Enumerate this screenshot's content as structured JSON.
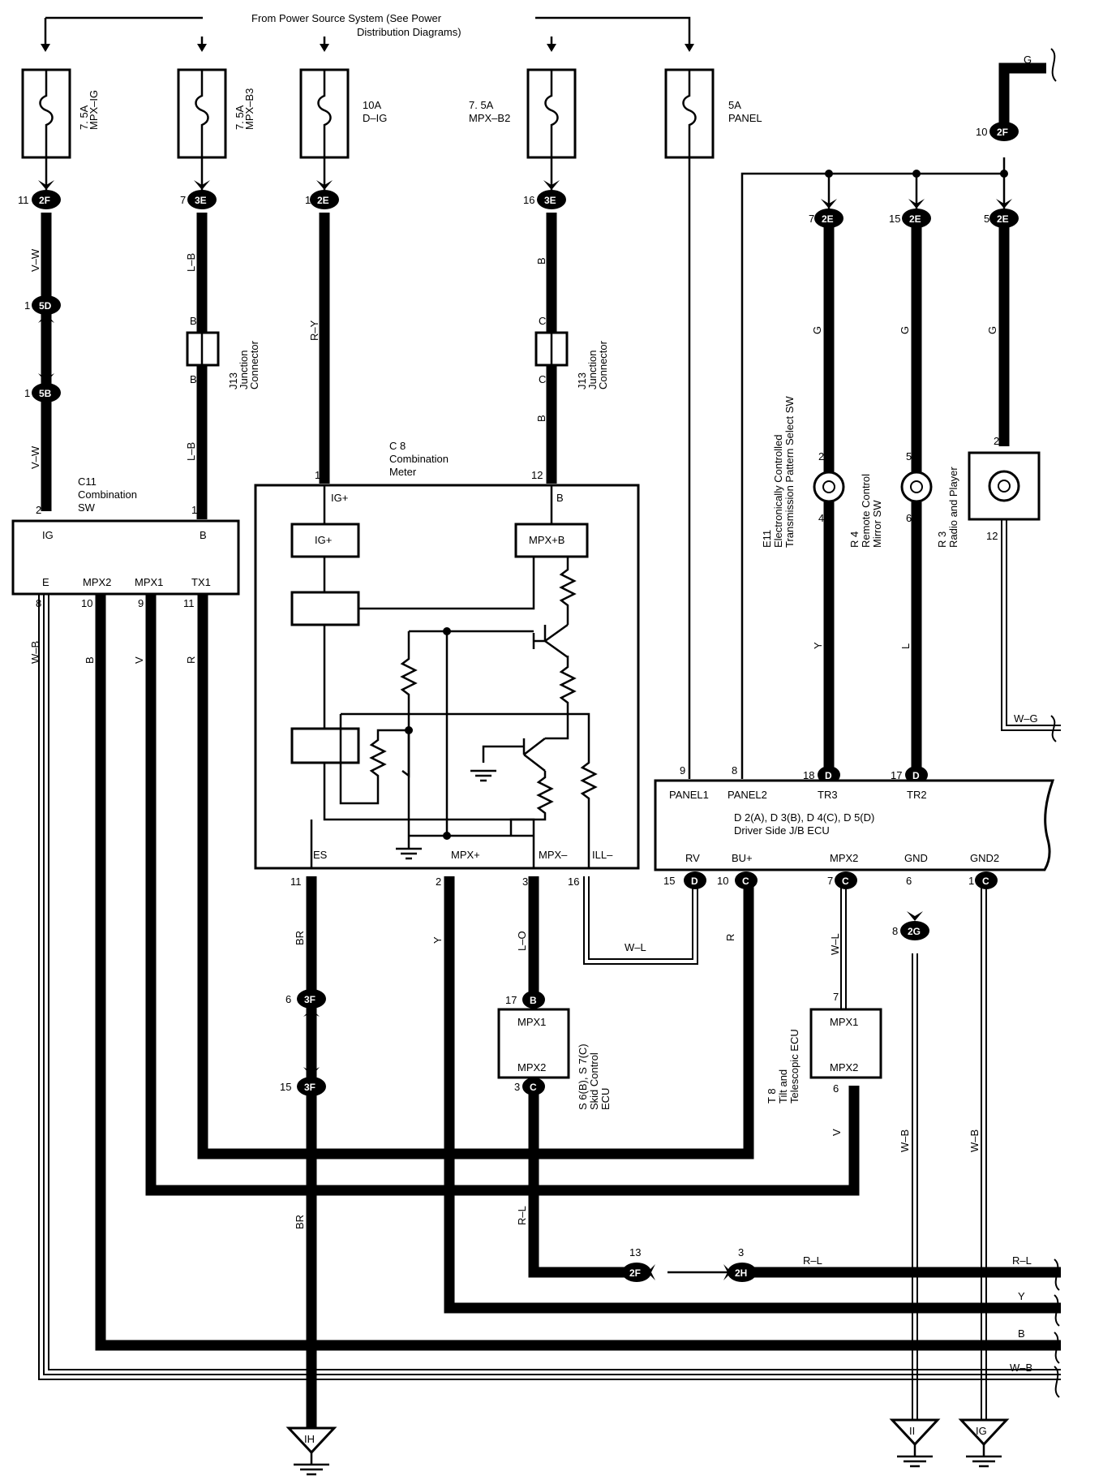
{
  "header": {
    "note_line1": "From Power Source System (See  Power",
    "note_line2": "Distribution Diagrams)"
  },
  "fuses": [
    {
      "amp": "7. 5A",
      "name": "MPX–IG"
    },
    {
      "amp": "7. 5A",
      "name": "MPX–B3"
    },
    {
      "amp": "10A",
      "name": "D–IG"
    },
    {
      "amp": "7. 5A",
      "name": "MPX–B2"
    },
    {
      "amp": "5A",
      "name": "PANEL"
    }
  ],
  "connectors": {
    "c11_2F": "2F",
    "c7_3E": "3E",
    "c1_2E": "2E",
    "c16_3E": "3E",
    "c1_5D": "5D",
    "c1_5B": "5B",
    "c10_2F": "2F",
    "c7_2E": "2E",
    "c15_2E": "2E",
    "c5_2E": "2E",
    "c18_D": "D",
    "c17_D": "D",
    "c15_D": "D",
    "c10_C": "C",
    "c7_C": "C",
    "c1_C": "C",
    "c8_2G": "2G",
    "c6_3F": "3F",
    "c15_3F": "3F",
    "c17_B": "B",
    "c3_C": "C",
    "c13_2F": "2F",
    "c3_2H": "2H"
  },
  "pins": {
    "p11": "11",
    "p7": "7",
    "p1": "1",
    "p16": "16",
    "p10": "10",
    "p5": "5",
    "p15": "15",
    "p2": "2",
    "p12": "12",
    "p4": "4",
    "p6": "6",
    "p8": "8",
    "p9": "9",
    "p18": "18",
    "p17": "17",
    "p3": "3",
    "p13": "13"
  },
  "wires": {
    "v_w": "V–W",
    "l_b": "L–B",
    "r_y": "R–Y",
    "b": "B",
    "g": "G",
    "y": "Y",
    "l": "L",
    "w_g": "W–G",
    "w_b": "W–B",
    "v": "V",
    "r": "R",
    "br": "BR",
    "l_o": "L–O",
    "r_l": "R–L",
    "w_l": "W–L"
  },
  "junction": {
    "pin_b": "B",
    "pin_c": "C",
    "code": "J13",
    "line1": "Junction",
    "line2": "Connector"
  },
  "c11": {
    "code": "C11",
    "line1": "Combination",
    "line2": "SW",
    "ig": "IG",
    "b": "B",
    "e": "E",
    "mpx2": "MPX2",
    "mpx1": "MPX1",
    "tx1": "TX1"
  },
  "c8": {
    "code": "C 8",
    "line1": "Combination",
    "line2": "Meter",
    "ig_plus": "IG+",
    "b": "B",
    "box_ig": "IG+",
    "box_mpxb": "MPX+B",
    "es": "ES",
    "mpx_plus": "MPX+",
    "mpx_minus": "MPX–",
    "ill_minus": "ILL–"
  },
  "e11": {
    "code": "E11",
    "line1": "Electronically Controlled",
    "line2": "Transmission Pattern Select SW"
  },
  "r4": {
    "code": "R 4",
    "line1": "Remote Control",
    "line2": "Mirror SW"
  },
  "r3": {
    "code": "R 3",
    "line1": "Radio and Player"
  },
  "d2": {
    "panel1": "PANEL1",
    "panel2": "PANEL2",
    "tr3": "TR3",
    "tr2": "TR2",
    "rv": "RV",
    "bu": "BU+",
    "mpx2": "MPX2",
    "gnd": "GND",
    "gnd2": "GND2",
    "title": "D 2(A), D 3(B), D 4(C), D 5(D)",
    "subtitle": "Driver Side J/B ECU"
  },
  "s6": {
    "mpx1": "MPX1",
    "mpx2": "MPX2",
    "code": "S 6(B), S 7(C)",
    "line1": "Skid Control",
    "line2": "ECU"
  },
  "t8": {
    "mpx1": "MPX1",
    "mpx2": "MPX2",
    "code": "T 8",
    "line1": "Tilt and",
    "line2": "Telescopic ECU"
  },
  "grounds": {
    "ih": "IH",
    "ii": "II",
    "ig": "IG"
  }
}
